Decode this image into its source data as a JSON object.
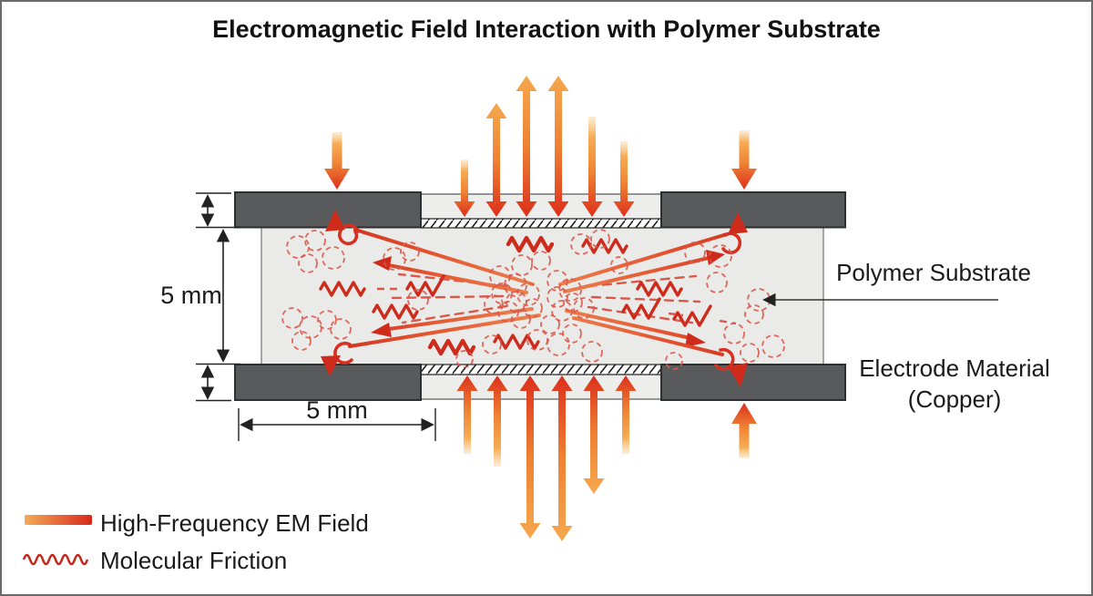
{
  "figure": {
    "title": "Electromagnetic Field Interaction with Polymer Substrate"
  },
  "device": {
    "substrate_label": "Polymer Substrate",
    "electrode_label_line1": "Electrode Material",
    "electrode_label_line2": "(Copper)"
  },
  "dimensions": {
    "substrate_thickness_label": "5 mm",
    "electrode_width_label": "5 mm"
  },
  "legend": {
    "items": [
      {
        "icon": "em-field-gradient-bar-icon",
        "label": "High-Frequency EM Field"
      },
      {
        "icon": "molecular-friction-wave-icon",
        "label": "Molecular Friction"
      }
    ]
  },
  "colors": {
    "em_field_orange": "#F5A84E",
    "em_field_red": "#DC2F1C",
    "friction_wave_red": "#CE2B1D",
    "molecule_outline_red": "#DB594B",
    "electrode_gray": "#595A5C",
    "substrate_gray": "#EAEAE8",
    "annotation_black": "#1A1A1A",
    "background": "#FFFFFF"
  }
}
